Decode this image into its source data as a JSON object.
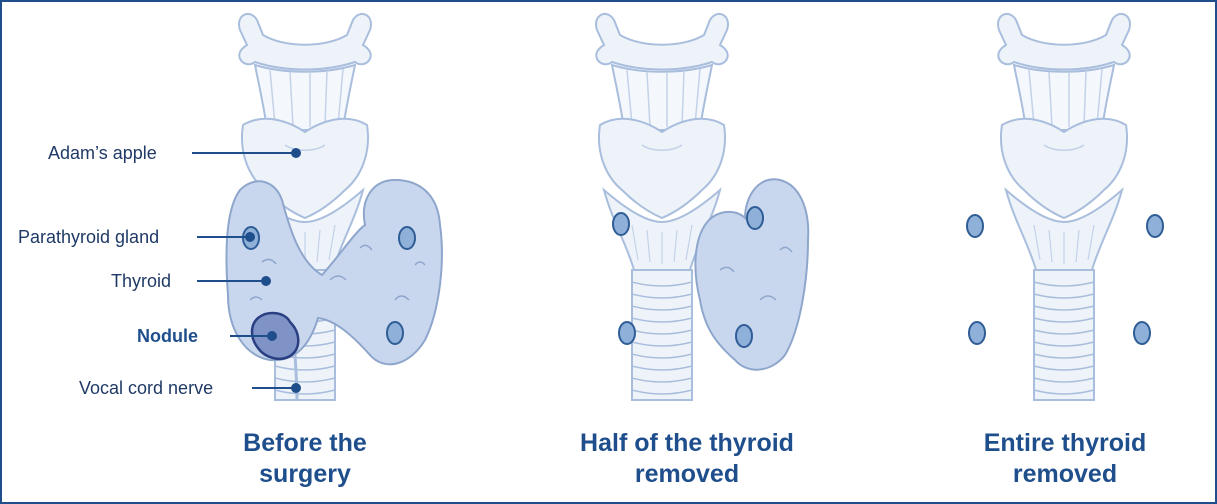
{
  "labels": {
    "adams_apple": "Adam’s apple",
    "parathyroid": "Parathyroid gland",
    "thyroid": "Thyroid",
    "nodule": "Nodule",
    "vocal_nerve": "Vocal cord nerve"
  },
  "panels": [
    {
      "line1": "Before the",
      "line2": "surgery"
    },
    {
      "line1": "Half of the thyroid",
      "line2": "removed"
    },
    {
      "line1": "Entire thyroid",
      "line2": "removed"
    }
  ],
  "colors": {
    "frame": "#1f4e8c",
    "anatomy_outline": "#a9bedd",
    "anatomy_fill": "#eef3fa",
    "thyroid_fill": "#c9d7ee",
    "thyroid_outline": "#8ea6cc",
    "gland_fill": "#8fb0d8",
    "gland_outline": "#2f5d96",
    "nodule_fill": "#7f93c6",
    "nodule_outline": "#2a3f82",
    "leader": "#1f4e8c"
  }
}
